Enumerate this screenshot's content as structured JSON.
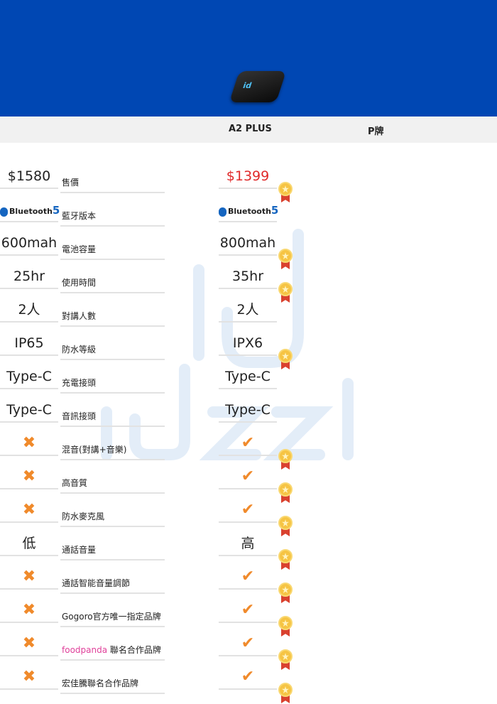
{
  "header": {
    "product_a": "A2  PLUS",
    "product_b": "P牌",
    "device_logo": "id"
  },
  "watermark": "idzzl",
  "rows": [
    {
      "label": "售價",
      "a": "$1399",
      "b": "$1580",
      "a_type": "text-red",
      "medal": true
    },
    {
      "label": "藍牙版本",
      "a": "Bluetooth",
      "b": "Bluetooth",
      "a_ver": "5",
      "b_ver": "5",
      "a_type": "bt",
      "medal": false
    },
    {
      "label": "電池容量",
      "a": "800mah",
      "b": "600mah",
      "medal": true
    },
    {
      "label": "使用時間",
      "a": "35hr",
      "b": "25hr",
      "medal": true
    },
    {
      "label": "對講人數",
      "a": "2人",
      "b": "2人",
      "medal": false
    },
    {
      "label": "防水等級",
      "a": "IPX6",
      "b": "IP65",
      "medal": true
    },
    {
      "label": "充電接頭",
      "a": "Type-C",
      "b": "Type-C",
      "medal": false
    },
    {
      "label": "音訊接頭",
      "a": "Type-C",
      "b": "Type-C",
      "medal": false
    },
    {
      "label": "混音(對講+音樂)",
      "a": "✔",
      "b": "✖",
      "a_type": "check",
      "b_type": "cross",
      "medal": true
    },
    {
      "label": "高音質",
      "a": "✔",
      "b": "✖",
      "a_type": "check",
      "b_type": "cross",
      "medal": true
    },
    {
      "label": "防水麥克風",
      "a": "✔",
      "b": "✖",
      "a_type": "check",
      "b_type": "cross",
      "medal": true
    },
    {
      "label": "通話音量",
      "a": "高",
      "b": "低",
      "medal": true
    },
    {
      "label": "通話智能音量調節",
      "a": "✔",
      "b": "✖",
      "a_type": "check",
      "b_type": "cross",
      "medal": true
    },
    {
      "label": "Gogoro官方唯一指定品牌",
      "a": "✔",
      "b": "✖",
      "a_type": "check",
      "b_type": "cross",
      "medal": true
    },
    {
      "label": "聯名合作品牌",
      "label_brand": "foodpanda",
      "a": "✔",
      "b": "✖",
      "a_type": "check",
      "b_type": "cross",
      "medal": true
    },
    {
      "label": "宏佳騰聯名合作品牌",
      "a": "✔",
      "b": "✖",
      "a_type": "check",
      "b_type": "cross",
      "medal": true
    }
  ],
  "colors": {
    "banner": "#0047b3",
    "price_highlight": "#e02a2a",
    "check": "#f08a2b",
    "brand_pink": "#e0409a"
  }
}
